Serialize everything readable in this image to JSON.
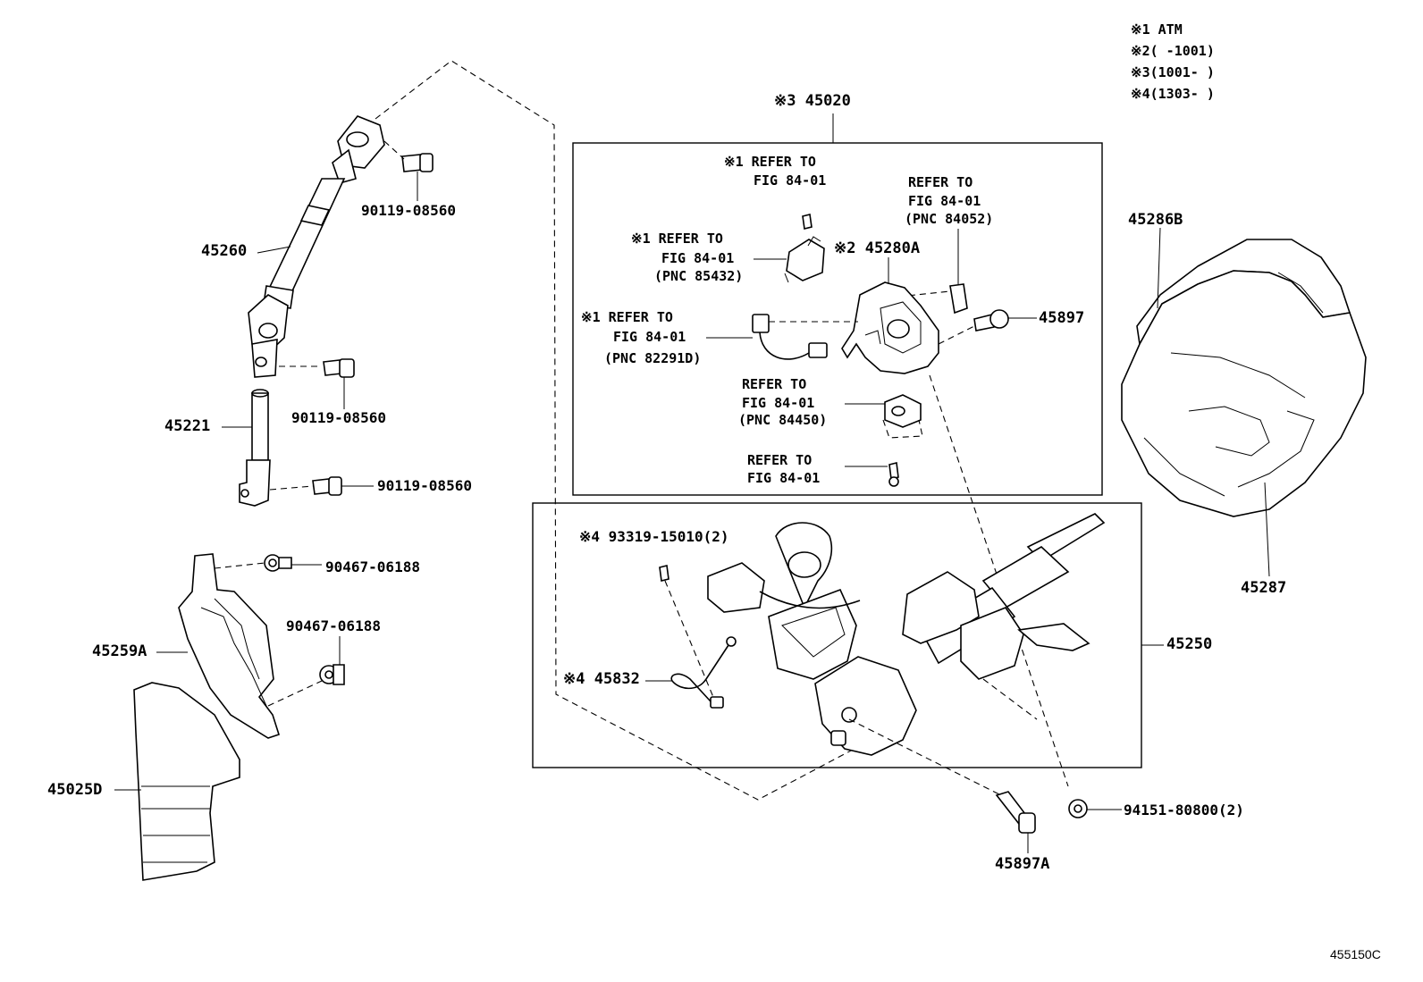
{
  "notes": [
    "※1 ATM",
    "※2(  -1001)",
    "※3(1001-  )",
    "※4(1303-  )"
  ],
  "labels": {
    "assy_45020": "※3 45020",
    "p45260": "45260",
    "p45221": "45221",
    "p45259A": "45259A",
    "p45025D": "45025D",
    "b1": "90119-08560",
    "b2": "90119-08560",
    "b3": "90119-08560",
    "c1": "90467-06188",
    "c2": "90467-06188",
    "ref1_line1": "※1 REFER TO",
    "ref1_line2": "FIG 84-01",
    "ref2_line1": "※1 REFER TO",
    "ref2_line2": "FIG 84-01",
    "ref2_line3": "(PNC 85432)",
    "ref3_line1": "REFER TO",
    "ref3_line2": "FIG 84-01",
    "ref3_line3": "(PNC 84052)",
    "p45280A": "※2 45280A",
    "p45897": "45897",
    "ref4_line1": "※1 REFER TO",
    "ref4_line2": "FIG 84-01",
    "ref4_line3": "(PNC 82291D)",
    "ref5_line1": "REFER TO",
    "ref5_line2": "FIG 84-01",
    "ref5_line3": "(PNC 84450)",
    "ref6_line1": "REFER TO",
    "ref6_line2": "FIG 84-01",
    "p93319": "※4 93319-15010(2)",
    "p45832": "※4 45832",
    "p45250": "45250",
    "p45897A": "45897A",
    "p94151": "94151-80800(2)",
    "p45286B": "45286B",
    "p45287": "45287"
  },
  "figure_code": "455150C"
}
